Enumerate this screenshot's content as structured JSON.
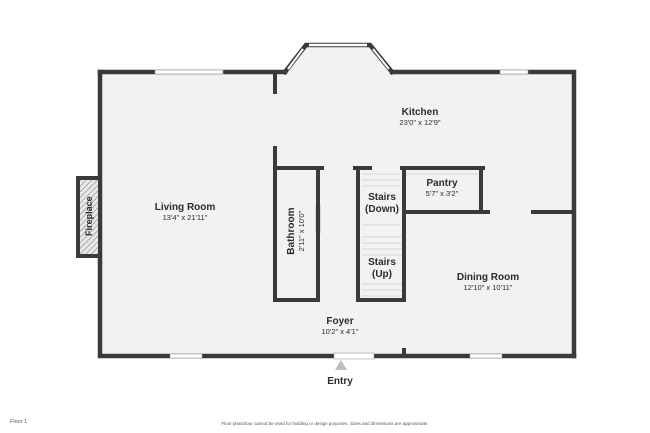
{
  "rooms": {
    "kitchen": {
      "name": "Kitchen",
      "dims": "23'0\" x 12'9\""
    },
    "living_room": {
      "name": "Living Room",
      "dims": "13'4\" x 21'11\""
    },
    "bathroom": {
      "name": "Bathroom",
      "dims": "2'11\" x 10'0\""
    },
    "stairs_down": {
      "name": "Stairs\n(Down)"
    },
    "stairs_up": {
      "name": "Stairs\n(Up)"
    },
    "pantry": {
      "name": "Pantry",
      "dims": "5'7\" x 3'2\""
    },
    "dining_room": {
      "name": "Dining Room",
      "dims": "12'10\" x 10'11\""
    },
    "foyer": {
      "name": "Foyer",
      "dims": "10'2\" x 4'1\""
    },
    "fireplace": {
      "name": "Fireplace"
    }
  },
  "entry_label": "Entry",
  "floor_label": "Floor 1",
  "disclaimer": "Floor plans/tour cannot be used for building or design purposes. Sizes and dimensions are approximate.",
  "colors": {
    "wall": "#3a3a3a",
    "floor": "#f2f2f2",
    "window": "#ffffff",
    "entry_arrow": "#bdbdbd"
  }
}
